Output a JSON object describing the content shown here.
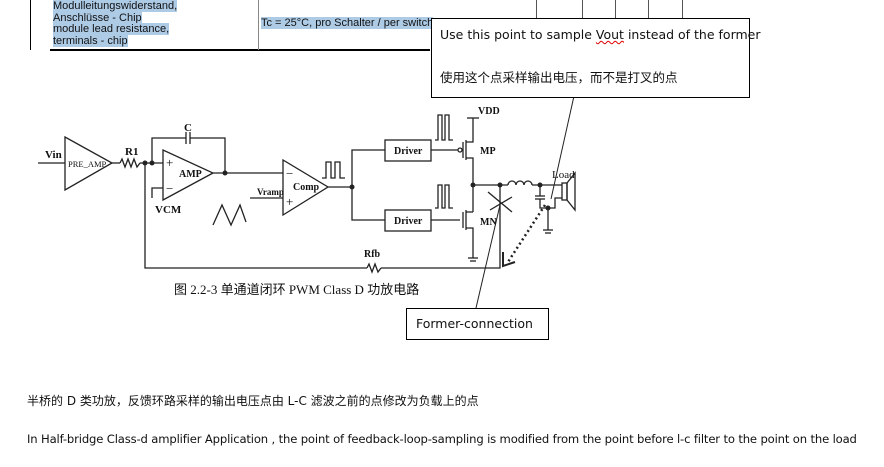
{
  "table": {
    "param_lines": [
      "Modulleitungswiderstand,",
      "Anschlüsse - Chip",
      "module lead resistance,",
      "terminals - chip"
    ],
    "condition": "Tc = 25°C, pro Schalter / per switch"
  },
  "callout_top": {
    "line1_pre": "Use this point to sample ",
    "line1_word": "Vout",
    "line1_post": " instead of the former",
    "line2": "使用这个点采样输出电压，而不是打叉的点"
  },
  "callout_bottom": {
    "text": "Former-connection"
  },
  "diagram": {
    "vin": "Vin",
    "pre_amp": "PRE_AMP",
    "r1": "R1",
    "c": "C",
    "amp": "AMP",
    "vcm": "VCM",
    "vramp": "Vramp",
    "comp": "Comp",
    "driver_top": "Driver",
    "driver_bottom": "Driver",
    "vdd": "VDD",
    "mp": "MP",
    "mn": "MN",
    "load": "Load",
    "rfb": "Rfb",
    "caption": "图 2.2-3  单通道闭环 PWM Class D 功放电路"
  },
  "paragraph_cn": "半桥的 D 类功放，反馈环路采样的输出电压点由 L-C  滤波之前的点修改为负载上的点",
  "paragraph_en": "In Half-bridge Class-d amplifier Application , the point of feedback-loop-sampling is modified from the point before l-c filter to the point on the load"
}
